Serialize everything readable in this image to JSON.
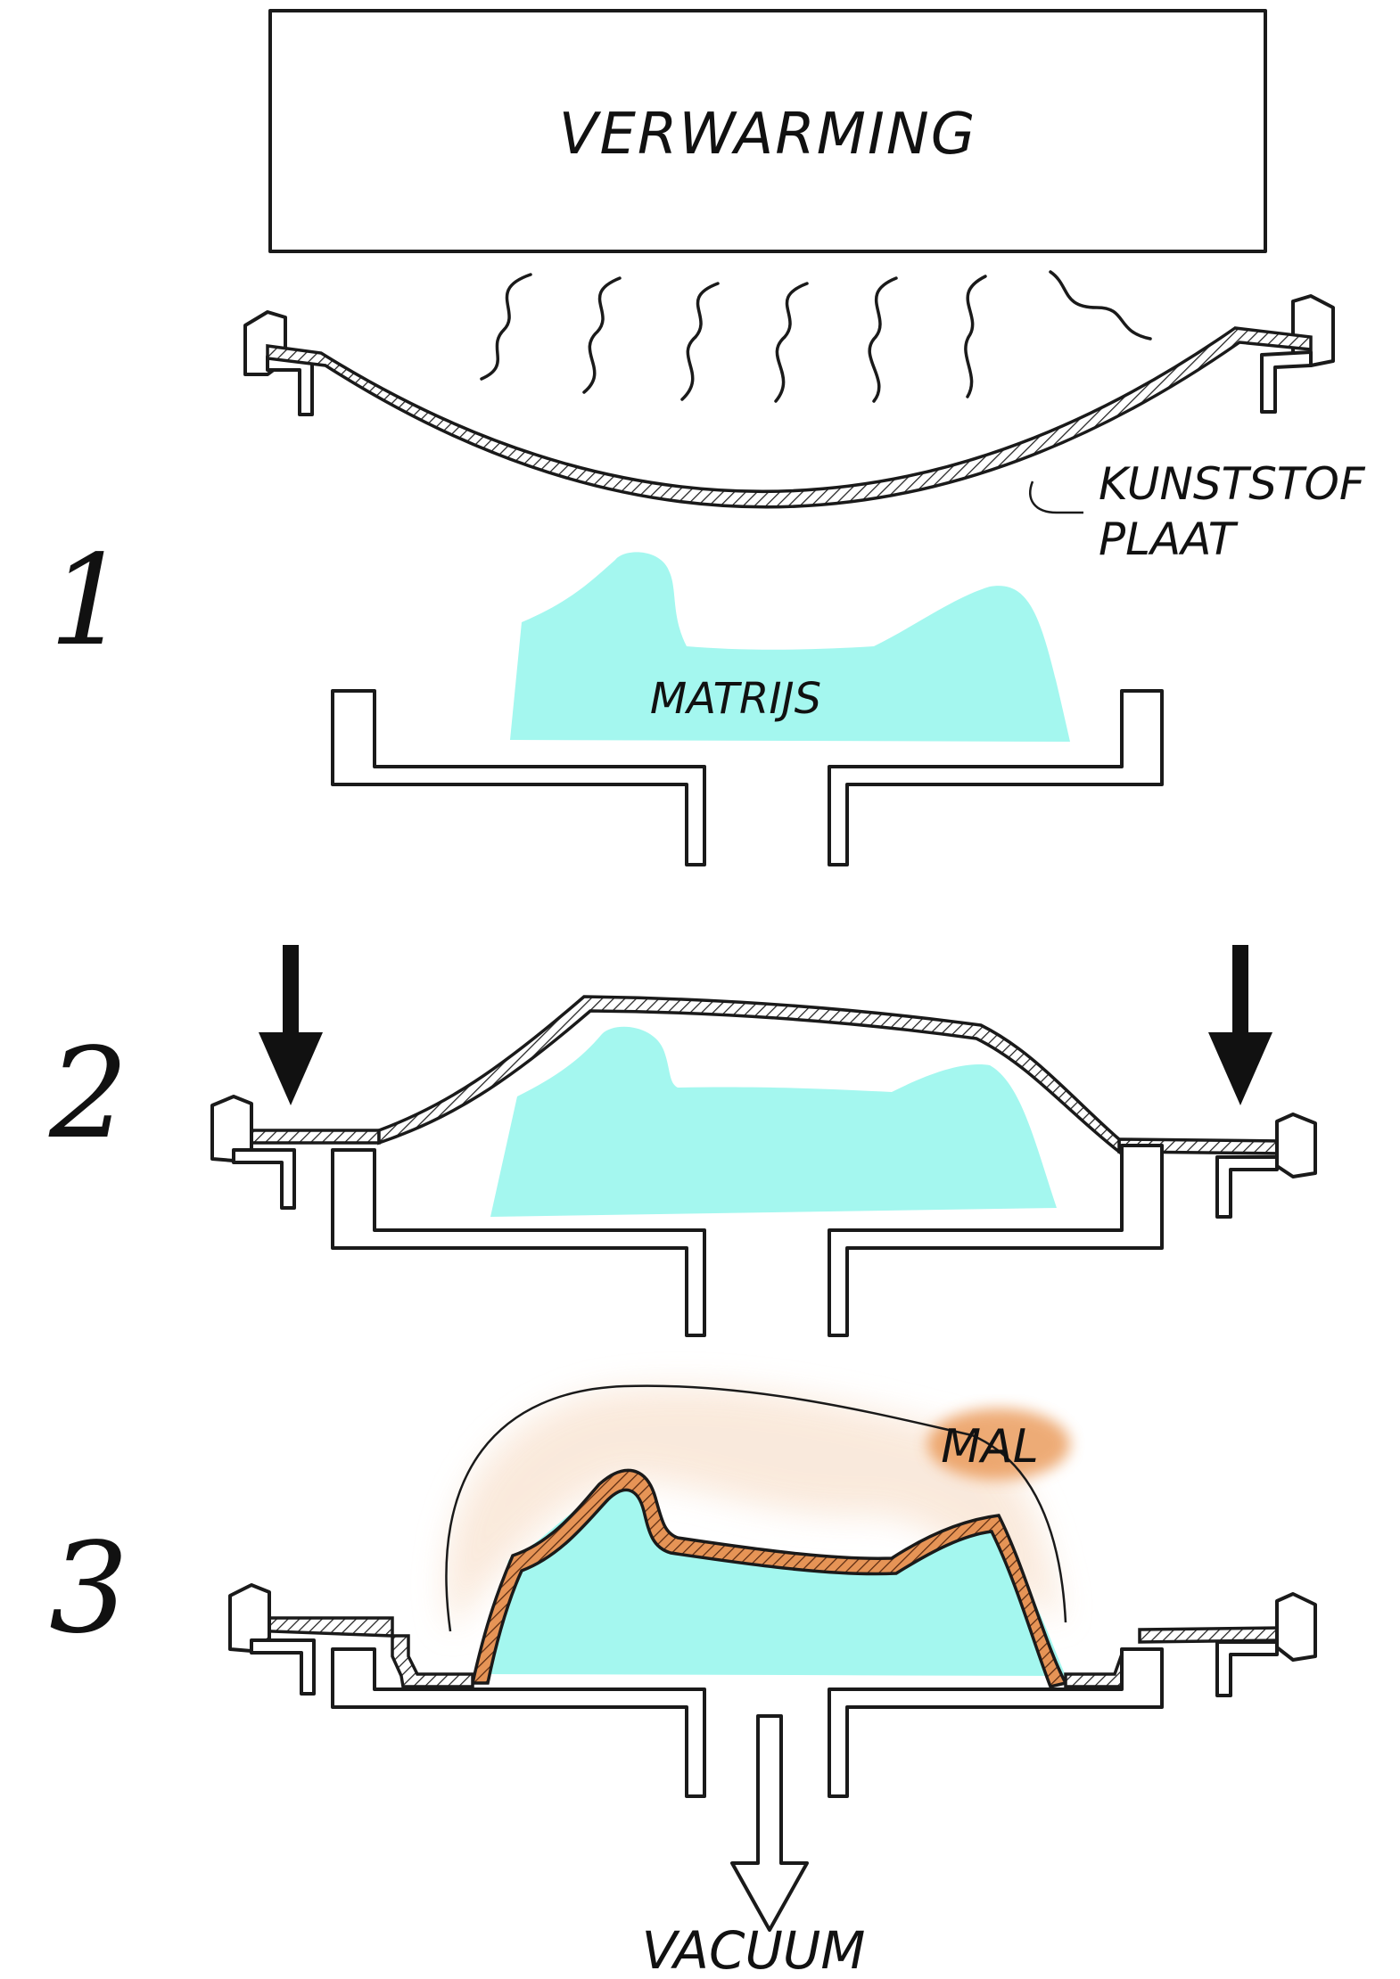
{
  "labels": {
    "heater": "VERWARMING",
    "sheet_line1": "KUNSTSTOF",
    "sheet_line2": "PLAAT",
    "die": "MATRIJS",
    "mold": "MAL",
    "vacuum": "VACUUM"
  },
  "steps": [
    "1",
    "2",
    "3"
  ],
  "colors": {
    "die": "#a4f7ef",
    "mold": "#e8904a",
    "mold_glow": "#f9e6d6",
    "ink": "#1a1a1a"
  },
  "icons": {
    "press_arrows": "arrow-down-icon",
    "vacuum_arrow": "arrow-down-outline-icon"
  }
}
